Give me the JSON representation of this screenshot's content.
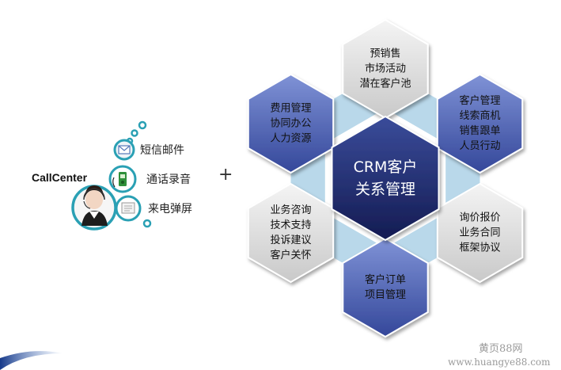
{
  "colors": {
    "outer_hex_fill": "#dcdcdc",
    "outer_hex_alt_fill": "#4a5fb0",
    "center_hex_fill": "#1f2a6e",
    "ring_fill": "#b9d8ea",
    "accent_teal": "#2aa0b4",
    "corner_swoosh": "#1f3f8f"
  },
  "callcenter": {
    "title": "CallCenter",
    "items": [
      {
        "label": "短信邮件",
        "icon": "mail-icon"
      },
      {
        "label": "通话录音",
        "icon": "recorder-icon"
      },
      {
        "label": "来电弹屏",
        "icon": "screen-popup-icon"
      }
    ],
    "avatar_icon": "agent-headset-avatar"
  },
  "plus_symbol": "+",
  "crm": {
    "center_lines": [
      "CRM客户",
      "关系管理"
    ],
    "hexagons": [
      {
        "lines": [
          "预销售",
          "市场活动",
          "潜在客户池"
        ],
        "style": "gray"
      },
      {
        "lines": [
          "客户管理",
          "线索商机",
          "销售跟单",
          "人员行动"
        ],
        "style": "blue"
      },
      {
        "lines": [
          "询价报价",
          "业务合同",
          "框架协议"
        ],
        "style": "gray"
      },
      {
        "lines": [
          "客户订单",
          "项目管理"
        ],
        "style": "blue"
      },
      {
        "lines": [
          "业务咨询",
          "技术支持",
          "投诉建议",
          "客户关怀"
        ],
        "style": "gray"
      },
      {
        "lines": [
          "费用管理",
          "协同办公",
          "人力资源"
        ],
        "style": "blue"
      }
    ]
  },
  "watermark": {
    "line1": "黄页88网",
    "line2": "www.huangye88.com"
  }
}
